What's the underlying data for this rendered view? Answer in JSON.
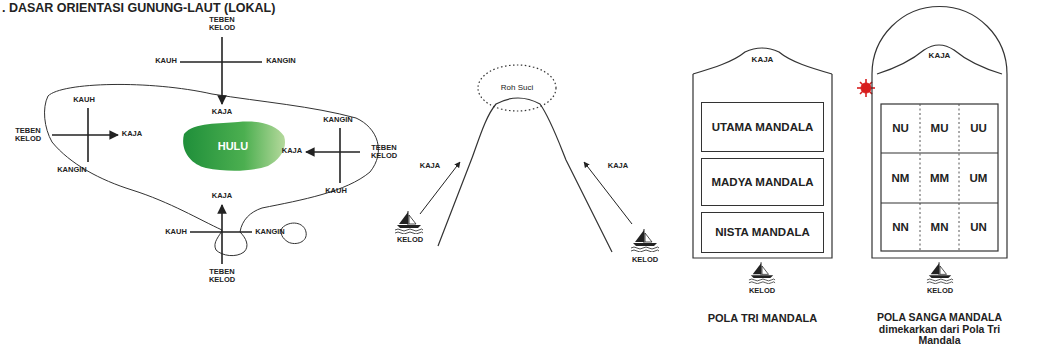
{
  "diagram": {
    "title": ". DASAR ORIENTASI GUNUNG-LAUT (LOKAL)",
    "nodes": [
      {
        "text": [
          "HULU"
        ]
      },
      {
        "text": [
          "Roh Suci"
        ]
      },
      {
        "text": [
          "KAJA",
          "POLA TRI MANDALA"
        ]
      },
      {
        "text": [
          "UTAMA MANDALA"
        ],
        "in": 2
      },
      {
        "text": [
          "MADYA MANDALA"
        ],
        "in": 2
      },
      {
        "text": [
          "NISTA MANDALA"
        ],
        "in": 2
      },
      {
        "text": [
          "KAJA",
          "POLA SANGA MANDALA dimekarkan dari Pola Tri Mandala"
        ]
      },
      {
        "text": [
          "NU"
        ],
        "in": 6
      },
      {
        "text": [
          "MU"
        ],
        "in": 6
      },
      {
        "text": [
          "UU"
        ],
        "in": 6
      },
      {
        "text": [
          "NM"
        ],
        "in": 6
      },
      {
        "text": [
          "MM"
        ],
        "in": 6
      },
      {
        "text": [
          "UM"
        ],
        "in": 6
      },
      {
        "text": [
          "NN"
        ],
        "in": 6
      },
      {
        "text": [
          "MN"
        ],
        "in": 6
      },
      {
        "text": [
          "UN"
        ],
        "in": 6
      }
    ],
    "labels": [
      "TEBEN KELOD",
      "KAUH",
      "KANGIN",
      "KAJA",
      "KAUH",
      "TEBEN KELOD",
      "KAJA",
      "KANGIN",
      "KANGIN",
      "KAJA",
      "TEBEN KELOD",
      "KAUH",
      "KAJA",
      "KAUH",
      "KANGIN",
      "TEBEN KELOD",
      "KAJA",
      "KAJA",
      "KELOD",
      "KELOD",
      "KELOD",
      "KELOD"
    ]
  }
}
